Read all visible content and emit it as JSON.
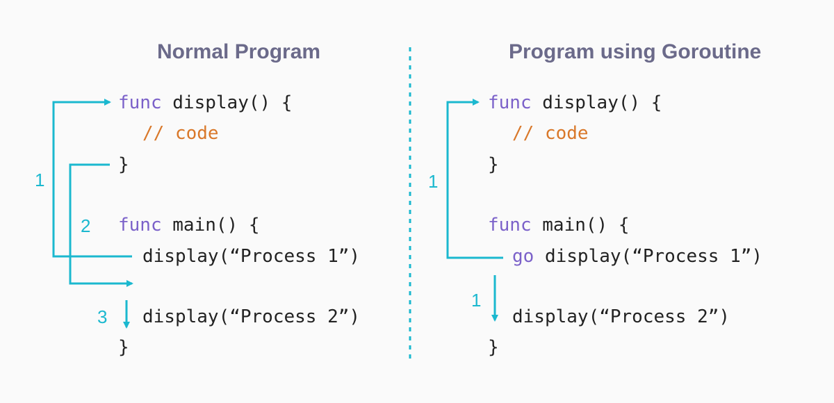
{
  "left": {
    "title": "Normal Program",
    "lines": {
      "l1_kw": "func",
      "l1_rest": " display() {",
      "l2": "// code",
      "l3": "}",
      "l4_kw": "func",
      "l4_rest": " main() {",
      "l5": "display(“Process 1”)",
      "l6": "display(“Process 2”)",
      "l7": "}"
    },
    "steps": {
      "a": "1",
      "b": "2",
      "c": "3"
    }
  },
  "right": {
    "title": "Program using Goroutine",
    "lines": {
      "l1_kw": "func",
      "l1_rest": " display() {",
      "l2": "// code",
      "l3": "}",
      "l4_kw": "func",
      "l4_rest": " main() {",
      "l5_kw": "go",
      "l5_rest": " display(“Process 1”)",
      "l6": "display(“Process 2”)",
      "l7": "}"
    },
    "steps": {
      "a": "1",
      "b": "1"
    }
  },
  "colors": {
    "arrow": "#1bb8cf",
    "keyword": "#7b61c9",
    "comment": "#d9782a",
    "title": "#6b6a8a"
  }
}
